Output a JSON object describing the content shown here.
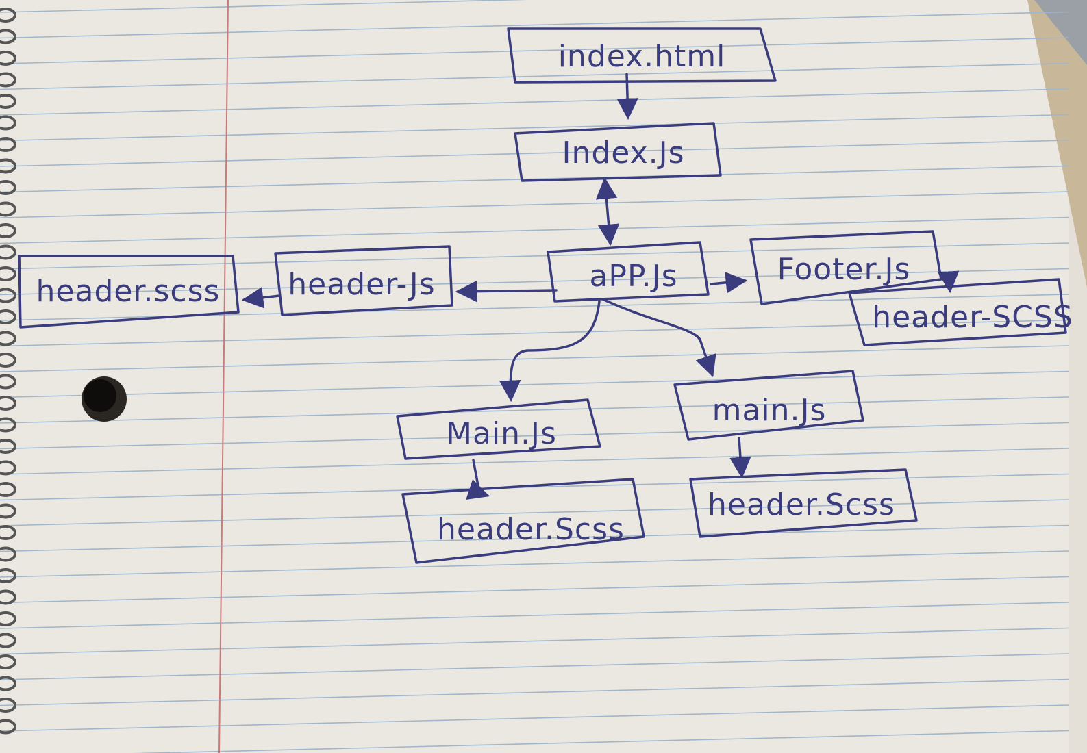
{
  "colors": {
    "paper": "#ebe8e1",
    "rule_line": "#9fb6cc",
    "margin_line": "#c97a7a",
    "ink": "#3a3c7e",
    "spiral": "#555555"
  },
  "nodes": [
    {
      "id": "index-html",
      "label": "index.html"
    },
    {
      "id": "index-js",
      "label": "Index.Js"
    },
    {
      "id": "app-js",
      "label": "aPP.Js"
    },
    {
      "id": "header-js",
      "label": "header-Js"
    },
    {
      "id": "header-scss-left",
      "label": "header.scss"
    },
    {
      "id": "footer-js",
      "label": "Footer.Js"
    },
    {
      "id": "header-scss-footer",
      "label": "header-SCSS"
    },
    {
      "id": "main-js-left",
      "label": "Main.Js"
    },
    {
      "id": "main-js-right",
      "label": "main.Js"
    },
    {
      "id": "header-scss-main-left",
      "label": "header.Scss"
    },
    {
      "id": "header-scss-main-right",
      "label": "header.Scss"
    }
  ],
  "edges": [
    {
      "from": "index-html",
      "to": "index-js"
    },
    {
      "from": "index-js",
      "to": "app-js",
      "bidirectional": true
    },
    {
      "from": "app-js",
      "to": "header-js"
    },
    {
      "from": "header-js",
      "to": "header-scss-left"
    },
    {
      "from": "app-js",
      "to": "footer-js"
    },
    {
      "from": "footer-js",
      "to": "header-scss-footer"
    },
    {
      "from": "app-js",
      "to": "main-js-left"
    },
    {
      "from": "app-js",
      "to": "main-js-right"
    },
    {
      "from": "main-js-left",
      "to": "header-scss-main-left"
    },
    {
      "from": "main-js-right",
      "to": "header-scss-main-right"
    }
  ]
}
